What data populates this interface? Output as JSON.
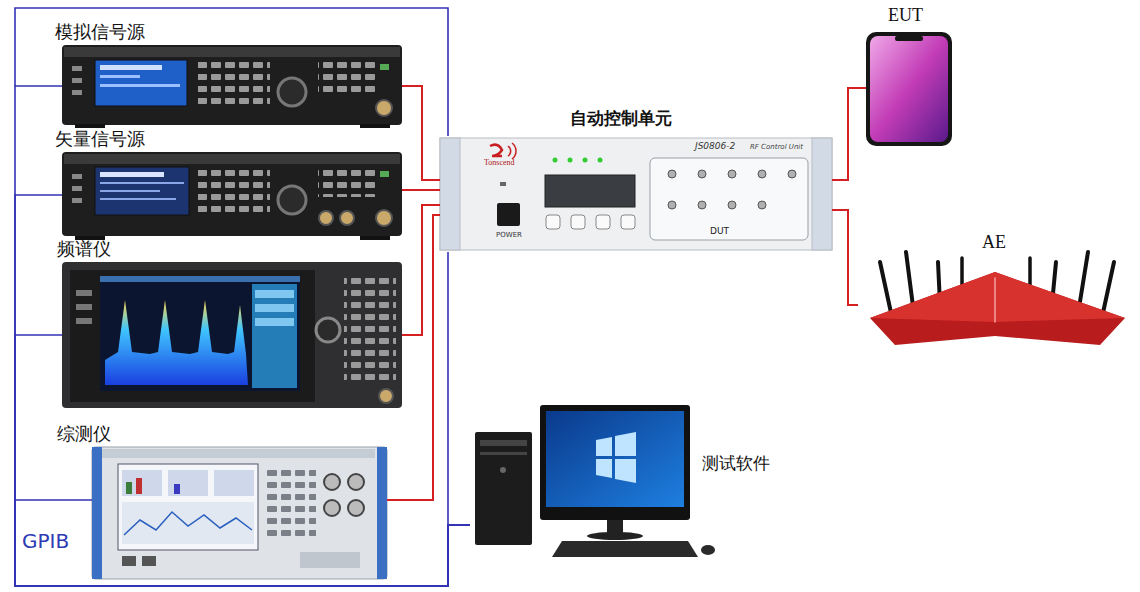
{
  "diagram": {
    "nodes": [
      {
        "text": [
          "模拟信号源"
        ]
      },
      {
        "text": [
          "矢量信号源"
        ]
      },
      {
        "text": [
          "频谱仪"
        ]
      },
      {
        "text": [
          "综测仪"
        ]
      },
      {
        "text": [
          "自动控制单元",
          "Tonscend",
          "JS0806-2",
          "RF Control Unit",
          "DUT",
          "POWER"
        ]
      },
      {
        "text": [
          "EUT"
        ]
      },
      {
        "text": [
          "AE"
        ]
      },
      {
        "text": [
          "测试软件"
        ]
      }
    ],
    "edges": [
      {
        "from": 0,
        "to": 4,
        "arrow": "none"
      },
      {
        "from": 1,
        "to": 4,
        "arrow": "none"
      },
      {
        "from": 2,
        "to": 4,
        "arrow": "none"
      },
      {
        "from": 3,
        "to": 4,
        "arrow": "none"
      },
      {
        "from": 4,
        "to": 5,
        "arrow": "none"
      },
      {
        "from": 4,
        "to": 6,
        "arrow": "none"
      },
      {
        "from": 0,
        "to": 7,
        "arrow": "none"
      },
      {
        "from": 1,
        "to": 7,
        "arrow": "none"
      },
      {
        "from": 2,
        "to": 7,
        "arrow": "none"
      },
      {
        "from": 3,
        "to": 7,
        "arrow": "none"
      }
    ],
    "labels": [
      "GPIB"
    ]
  }
}
